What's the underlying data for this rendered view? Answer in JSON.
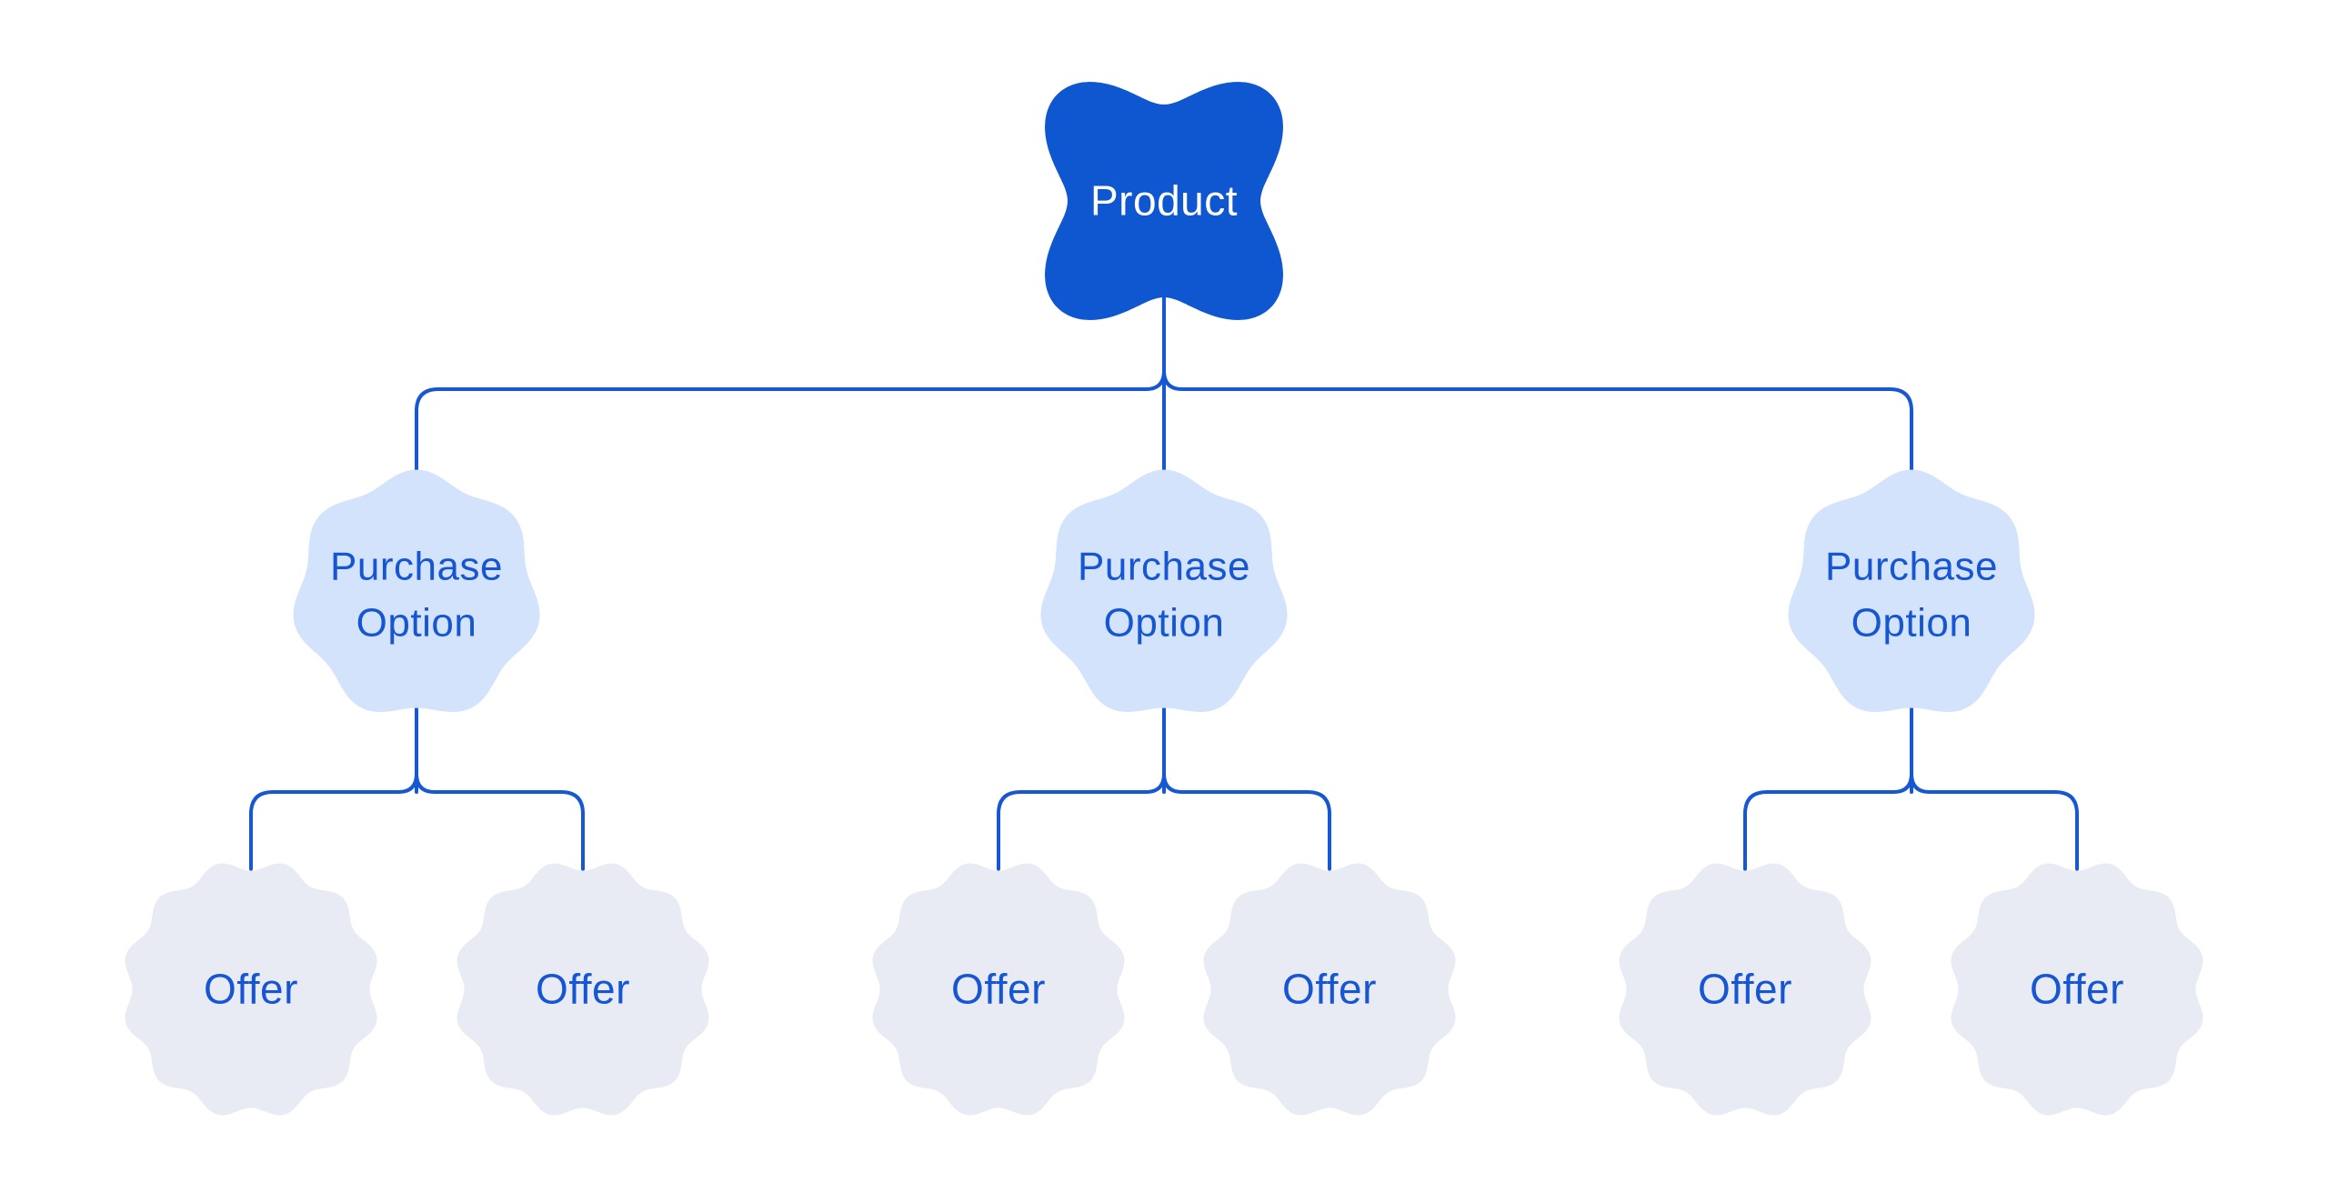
{
  "diagram": {
    "description": "Product hierarchy tree diagram",
    "colors": {
      "background": "#ffffff",
      "root_fill": "#0f57d0",
      "root_text": "#ffffff",
      "option_fill": "#d3e3fc",
      "offer_fill": "#e8ebf4",
      "connector": "#1657d2",
      "text_blue": "#1656d2"
    },
    "tree": {
      "root": {
        "id": "product",
        "label": "Product"
      },
      "children": [
        {
          "id": "purchase-option-1",
          "label": "Purchase Option",
          "children": [
            {
              "id": "offer-1",
              "label": "Offer"
            },
            {
              "id": "offer-2",
              "label": "Offer"
            }
          ]
        },
        {
          "id": "purchase-option-2",
          "label": "Purchase Option",
          "children": [
            {
              "id": "offer-3",
              "label": "Offer"
            },
            {
              "id": "offer-4",
              "label": "Offer"
            }
          ]
        },
        {
          "id": "purchase-option-3",
          "label": "Purchase Option",
          "children": [
            {
              "id": "offer-5",
              "label": "Offer"
            },
            {
              "id": "offer-6",
              "label": "Offer"
            }
          ]
        }
      ]
    }
  }
}
